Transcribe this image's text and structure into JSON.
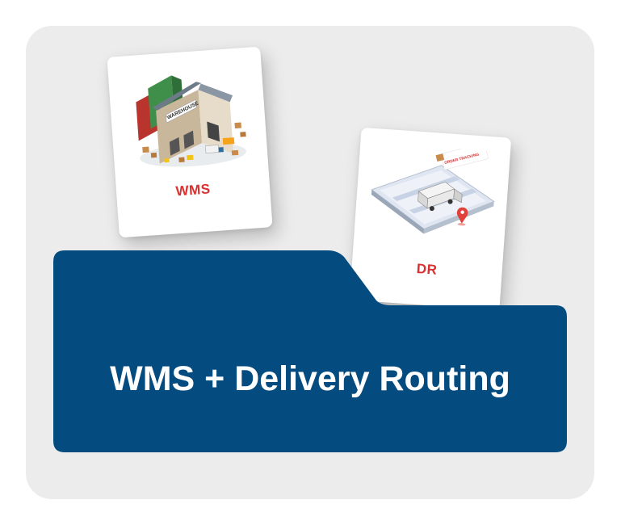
{
  "cards": [
    {
      "label": "WMS",
      "sign": "WAREHOUSE"
    },
    {
      "label": "DR",
      "sign": "ORDER TRACKING"
    }
  ],
  "folder": {
    "title": "WMS + Delivery Routing"
  },
  "colors": {
    "panel_bg": "#ececec",
    "folder_blue": "#044b80",
    "label_red": "#d93030"
  }
}
